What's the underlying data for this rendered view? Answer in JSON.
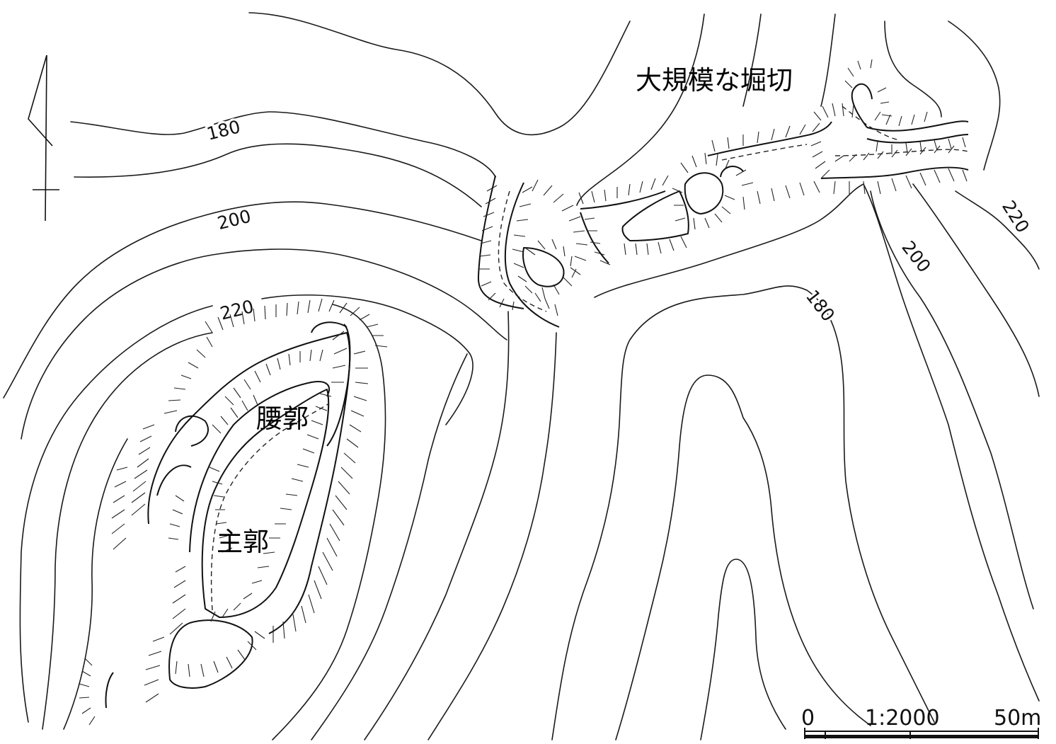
{
  "contour_labels": {
    "c180_w": "180",
    "c200_w": "200",
    "c220_w": "220",
    "c220_e": "220",
    "c200_e": "200",
    "c180_e": "180"
  },
  "features": {
    "large_moat": "大規模な堀切",
    "koshi_kuruwa": "腰郭",
    "shu_kuruwa": "主郭"
  },
  "scale_bar": {
    "start": "0",
    "ratio": "1:2000",
    "end": "50m"
  }
}
